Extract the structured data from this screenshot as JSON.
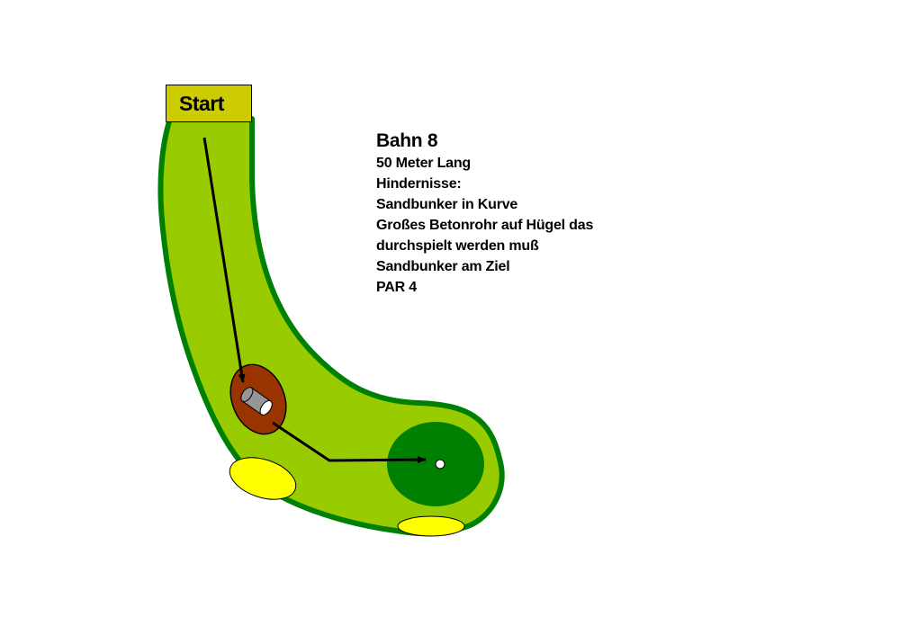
{
  "start_label": "Start",
  "hole": {
    "title": "Bahn 8",
    "length": "50 Meter Lang",
    "obstacles_heading": "Hindernisse:",
    "obstacles": [
      "Sandbunker in Kurve",
      "Großes Betonrohr auf Hügel das",
      "durchspielt werden muß",
      "Sandbunker am Ziel"
    ],
    "par": "PAR 4"
  },
  "colors": {
    "fairway": "#99cc00",
    "fairway_border": "#008000",
    "green": "#008000",
    "sand": "#ffff00",
    "hill": "#993300",
    "pipe": "#969696",
    "start_box": "#cccc00",
    "hole_cup": "#ffffff"
  }
}
